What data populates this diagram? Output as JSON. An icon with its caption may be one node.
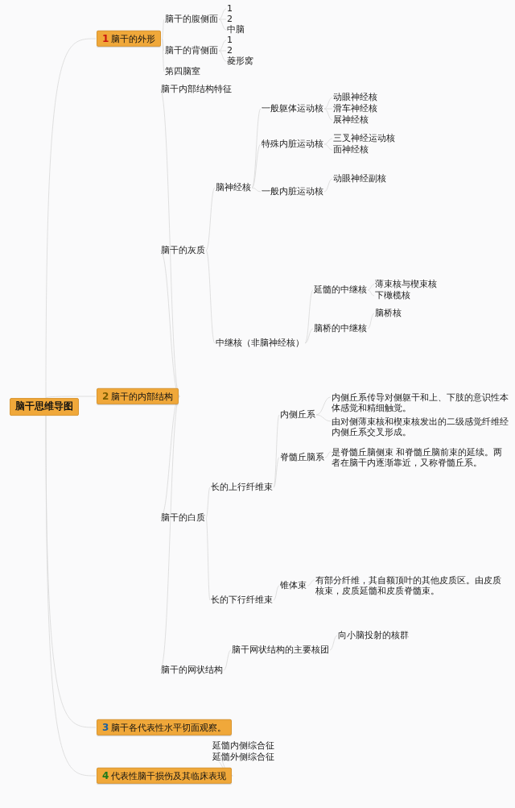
{
  "diagram": {
    "nodes": [
      {
        "text": [
          "脑干思维导图"
        ]
      },
      {
        "text": [
          "1",
          "脑干的外形"
        ]
      },
      {
        "text": [
          "脑干的腹侧面"
        ]
      },
      {
        "text": [
          "1"
        ]
      },
      {
        "text": [
          "2"
        ]
      },
      {
        "text": [
          "中脑"
        ]
      },
      {
        "text": [
          "脑干的背侧面"
        ]
      },
      {
        "text": [
          "1"
        ]
      },
      {
        "text": [
          "2"
        ]
      },
      {
        "text": [
          "菱形窝"
        ]
      },
      {
        "text": [
          "第四脑室"
        ]
      },
      {
        "text": [
          "2",
          "脑干的内部结构"
        ]
      },
      {
        "text": [
          "脑干内部结构特征"
        ]
      },
      {
        "text": [
          "脑干的灰质"
        ]
      },
      {
        "text": [
          "脑神经核"
        ]
      },
      {
        "text": [
          "一般躯体运动核"
        ]
      },
      {
        "text": [
          "动眼神经核"
        ]
      },
      {
        "text": [
          "滑车神经核"
        ]
      },
      {
        "text": [
          "展神经核"
        ]
      },
      {
        "text": [
          "特殊内脏运动核"
        ]
      },
      {
        "text": [
          "三叉神经运动核"
        ]
      },
      {
        "text": [
          "面神经核"
        ]
      },
      {
        "text": [
          "一般内脏运动核"
        ]
      },
      {
        "text": [
          "动眼神经副核"
        ]
      },
      {
        "text": [
          "中继核（非脑神经核）"
        ]
      },
      {
        "text": [
          "延髓的中继核"
        ]
      },
      {
        "text": [
          "薄束核与楔束核"
        ]
      },
      {
        "text": [
          "下橄榄核"
        ]
      },
      {
        "text": [
          "脑桥的中继核"
        ]
      },
      {
        "text": [
          "脑桥核"
        ]
      },
      {
        "text": [
          "脑干的白质"
        ]
      },
      {
        "text": [
          "长的上行纤维束"
        ]
      },
      {
        "text": [
          "内侧丘系"
        ]
      },
      {
        "text": [
          "内侧丘系传导对侧躯干和上、下肢的意识性本体感觉和精细触觉。"
        ]
      },
      {
        "text": [
          "由对侧薄束核和楔束核发出的二级感觉纤维经内侧丘系交叉形成。"
        ]
      },
      {
        "text": [
          "脊髓丘脑系"
        ]
      },
      {
        "text": [
          "是脊髓丘脑侧束 和脊髓丘脑前束的延续。两者在脑干内逐渐靠近，又称脊髓丘系。"
        ]
      },
      {
        "text": [
          "长的下行纤维束"
        ]
      },
      {
        "text": [
          "锥体束"
        ]
      },
      {
        "text": [
          "有部分纤维，其自额顶叶的其他皮质区。由皮质核束，皮质延髓和皮质脊髓束。"
        ]
      },
      {
        "text": [
          "脑干的网状结构"
        ]
      },
      {
        "text": [
          "脑干网状结构的主要核团"
        ]
      },
      {
        "text": [
          "向小脑投射的核群"
        ]
      },
      {
        "text": [
          "3",
          "脑干各代表性水平切面观察。"
        ]
      },
      {
        "text": [
          "4",
          "代表性脑干损伤及其临床表现"
        ]
      },
      {
        "text": [
          "延髓内侧综合征"
        ]
      },
      {
        "text": [
          "延髓外侧综合征"
        ]
      }
    ],
    "edges": [
      {
        "from": 0,
        "to": 1,
        "arrow": "none"
      },
      {
        "from": 1,
        "to": 2,
        "arrow": "none"
      },
      {
        "from": 2,
        "to": 3,
        "arrow": "none"
      },
      {
        "from": 2,
        "to": 4,
        "arrow": "none"
      },
      {
        "from": 2,
        "to": 5,
        "arrow": "none"
      },
      {
        "from": 1,
        "to": 6,
        "arrow": "none"
      },
      {
        "from": 6,
        "to": 7,
        "arrow": "none"
      },
      {
        "from": 6,
        "to": 8,
        "arrow": "none"
      },
      {
        "from": 6,
        "to": 9,
        "arrow": "none"
      },
      {
        "from": 1,
        "to": 10,
        "arrow": "none"
      },
      {
        "from": 0,
        "to": 11,
        "arrow": "none"
      },
      {
        "from": 11,
        "to": 12,
        "arrow": "none"
      },
      {
        "from": 11,
        "to": 13,
        "arrow": "none"
      },
      {
        "from": 13,
        "to": 14,
        "arrow": "none"
      },
      {
        "from": 14,
        "to": 15,
        "arrow": "none"
      },
      {
        "from": 15,
        "to": 16,
        "arrow": "none"
      },
      {
        "from": 15,
        "to": 17,
        "arrow": "none"
      },
      {
        "from": 15,
        "to": 18,
        "arrow": "none"
      },
      {
        "from": 14,
        "to": 19,
        "arrow": "none"
      },
      {
        "from": 19,
        "to": 20,
        "arrow": "none"
      },
      {
        "from": 19,
        "to": 21,
        "arrow": "none"
      },
      {
        "from": 14,
        "to": 22,
        "arrow": "none"
      },
      {
        "from": 22,
        "to": 23,
        "arrow": "none"
      },
      {
        "from": 13,
        "to": 24,
        "arrow": "none"
      },
      {
        "from": 24,
        "to": 25,
        "arrow": "none"
      },
      {
        "from": 25,
        "to": 26,
        "arrow": "none"
      },
      {
        "from": 25,
        "to": 27,
        "arrow": "none"
      },
      {
        "from": 24,
        "to": 28,
        "arrow": "none"
      },
      {
        "from": 28,
        "to": 29,
        "arrow": "none"
      },
      {
        "from": 11,
        "to": 30,
        "arrow": "none"
      },
      {
        "from": 30,
        "to": 31,
        "arrow": "none"
      },
      {
        "from": 31,
        "to": 32,
        "arrow": "none"
      },
      {
        "from": 32,
        "to": 33,
        "arrow": "none"
      },
      {
        "from": 32,
        "to": 34,
        "arrow": "none"
      },
      {
        "from": 31,
        "to": 35,
        "arrow": "none"
      },
      {
        "from": 35,
        "to": 36,
        "arrow": "none"
      },
      {
        "from": 30,
        "to": 37,
        "arrow": "none"
      },
      {
        "from": 37,
        "to": 38,
        "arrow": "none"
      },
      {
        "from": 38,
        "to": 39,
        "arrow": "none"
      },
      {
        "from": 11,
        "to": 40,
        "arrow": "none"
      },
      {
        "from": 40,
        "to": 41,
        "arrow": "none"
      },
      {
        "from": 41,
        "to": 42,
        "arrow": "none"
      },
      {
        "from": 0,
        "to": 43,
        "arrow": "none"
      },
      {
        "from": 0,
        "to": 44,
        "arrow": "none"
      },
      {
        "from": 44,
        "to": 45,
        "arrow": "none"
      },
      {
        "from": 44,
        "to": 46,
        "arrow": "none"
      }
    ]
  }
}
